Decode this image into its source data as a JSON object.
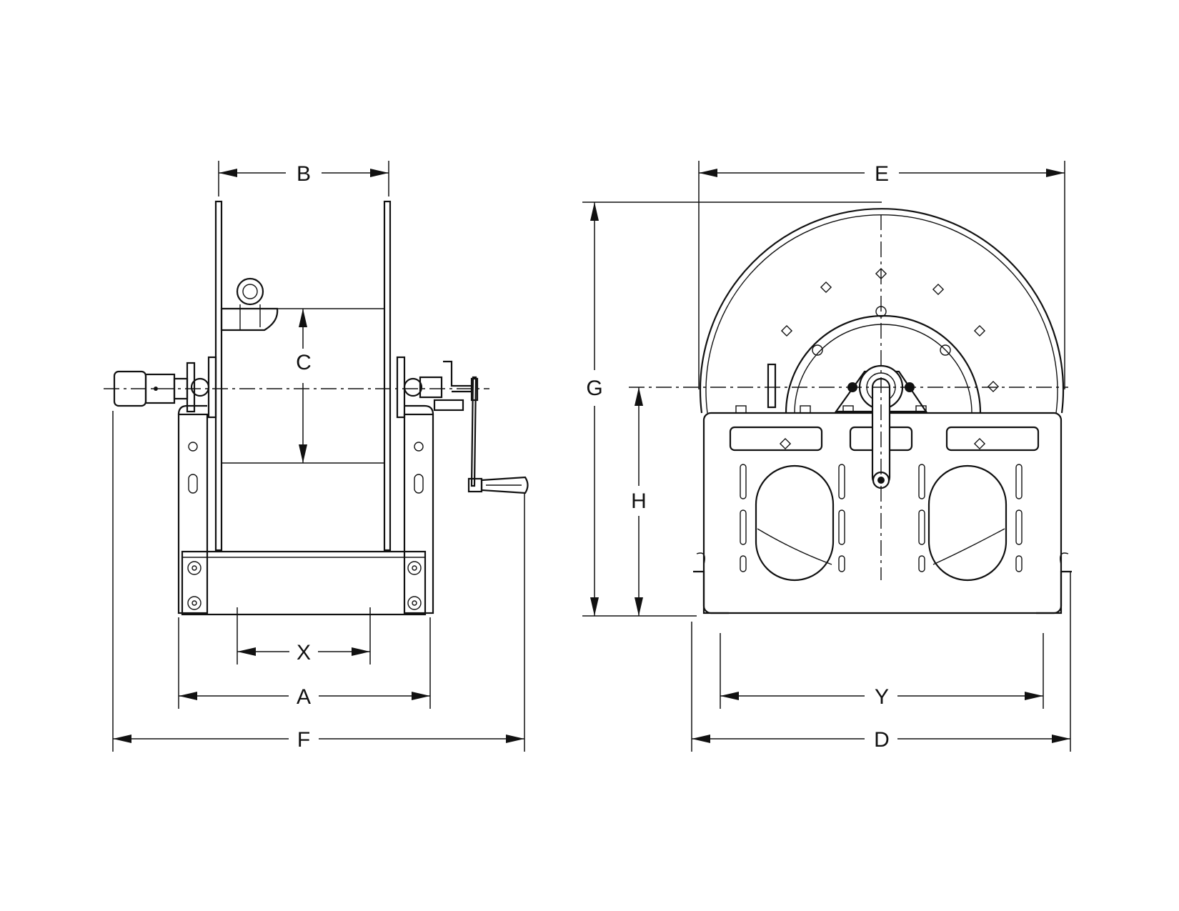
{
  "diagram": {
    "dimension_labels": {
      "A": "A",
      "B": "B",
      "C": "C",
      "D": "D",
      "E": "E",
      "F": "F",
      "G": "G",
      "H": "H",
      "X": "X",
      "Y": "Y"
    },
    "views": [
      "side-view",
      "front-view"
    ]
  }
}
